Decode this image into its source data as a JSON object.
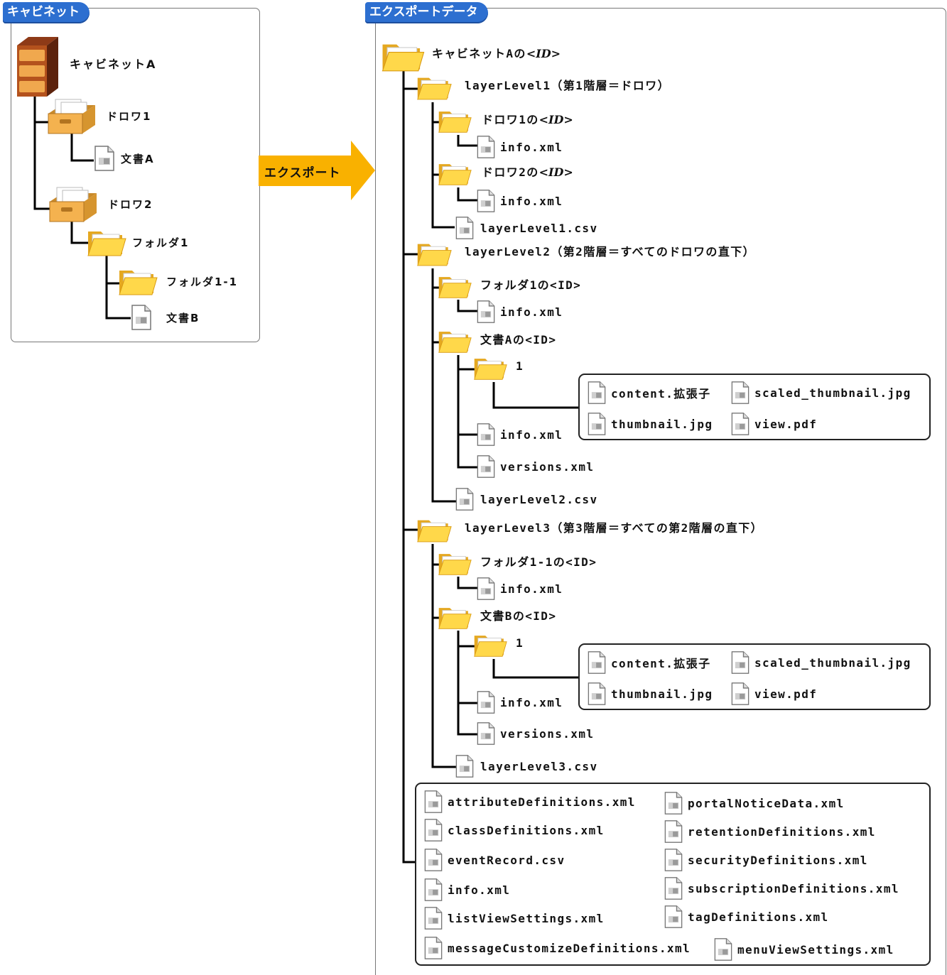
{
  "left_panel": {
    "title": "キャビネット",
    "cabinet": "キャビネットA",
    "drawer1": "ドロワ1",
    "doc_a": "文書A",
    "drawer2": "ドロワ2",
    "folder1": "フォルダ1",
    "folder1_1": "フォルダ1-1",
    "doc_b": "文書B"
  },
  "arrow_label": "エクスポート",
  "right_panel": {
    "title": "エクスポートデータ",
    "root": {
      "prefix": "キャビネットAの",
      "id": "<ID>"
    },
    "level1": {
      "folder": "layerLevel1（第1階層＝ドロワ）",
      "drawer1": {
        "prefix": "ドロワ1の",
        "id": "<ID>"
      },
      "drawer1_info": "info.xml",
      "drawer2": {
        "prefix": "ドロワ2の",
        "id": "<ID>"
      },
      "drawer2_info": "info.xml",
      "csv": "layerLevel1.csv"
    },
    "level2": {
      "folder": "layerLevel2（第2階層＝すべてのドロワの直下）",
      "folder1": "フォルダ1の<ID>",
      "folder1_info": "info.xml",
      "doc": "文書Aの<ID>",
      "version": "1",
      "version_files": [
        "content.拡張子",
        "scaled_thumbnail.jpg",
        "thumbnail.jpg",
        "view.pdf"
      ],
      "doc_info": "info.xml",
      "doc_versions": "versions.xml",
      "csv": "layerLevel2.csv"
    },
    "level3": {
      "folder": "layerLevel3（第3階層＝すべての第2階層の直下）",
      "folder11": "フォルダ1-1の<ID>",
      "folder11_info": "info.xml",
      "doc": "文書Bの<ID>",
      "version": "1",
      "version_files": [
        "content.拡張子",
        "scaled_thumbnail.jpg",
        "thumbnail.jpg",
        "view.pdf"
      ],
      "doc_info": "info.xml",
      "doc_versions": "versions.xml",
      "csv": "layerLevel3.csv"
    },
    "root_files_left": [
      "attributeDefinitions.xml",
      "classDefinitions.xml",
      "eventRecord.csv",
      "info.xml",
      "listViewSettings.xml",
      "messageCustomizeDefinitions.xml"
    ],
    "root_files_right": [
      "portalNoticeData.xml",
      "retentionDefinitions.xml",
      "securityDefinitions.xml",
      "subscriptionDefinitions.xml",
      "tagDefinitions.xml",
      "menuViewSettings.xml"
    ]
  }
}
